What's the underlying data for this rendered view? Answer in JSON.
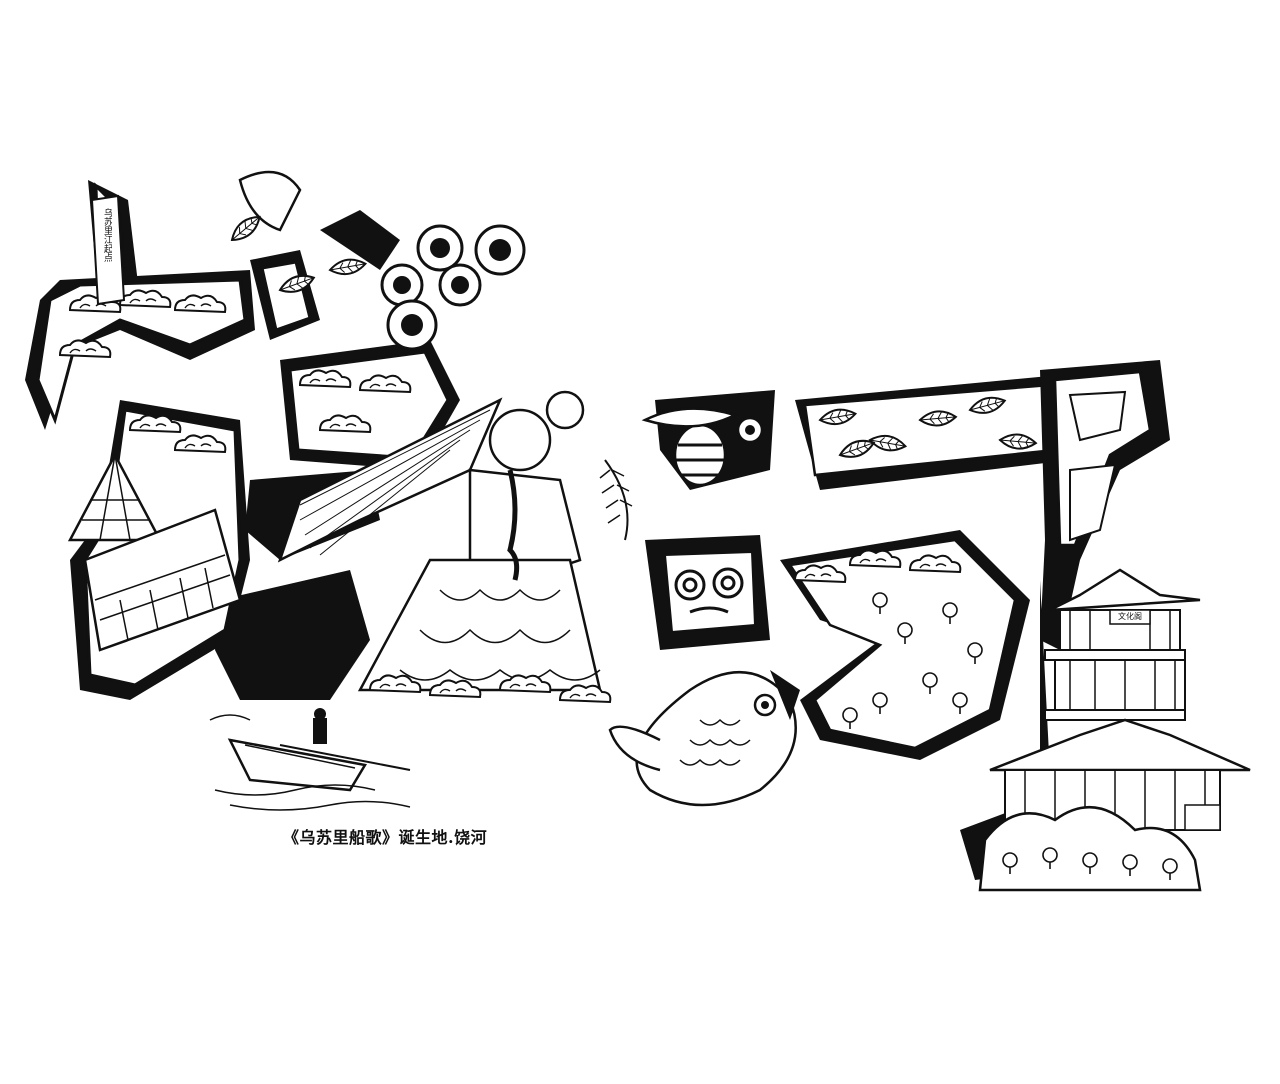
{
  "caption": "《乌苏里船歌》诞生地.饶河",
  "signs": {
    "river_source": "乌苏里江起点",
    "pavilion": "文化阁"
  },
  "colors": {
    "ink": "#111111",
    "paper": "#ffffff"
  },
  "icons": {
    "boat": "rowing-boat-icon",
    "fish": "carp-icon",
    "bee": "bee-icon",
    "pagoda": "pavilion-tower-icon",
    "dancer": "dancing-woman-figure",
    "cloud": "auspicious-cloud-icon"
  }
}
